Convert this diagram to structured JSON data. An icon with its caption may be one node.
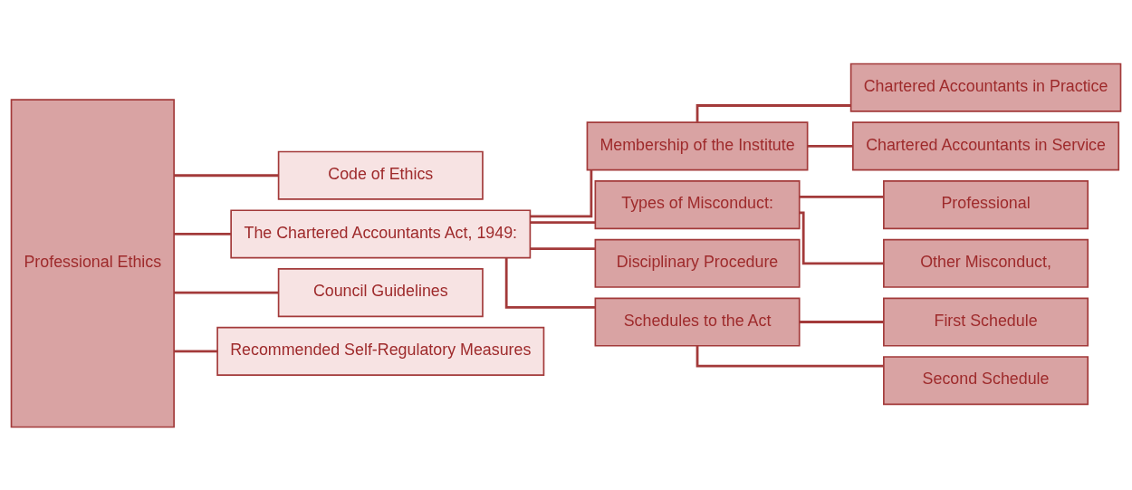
{
  "diagram": {
    "nodes": [
      {
        "text": [
          "Professional Ethics"
        ]
      },
      {
        "text": [
          "Code of Ethics"
        ]
      },
      {
        "text": [
          "The Chartered Accountants Act, 1949:"
        ]
      },
      {
        "text": [
          "Council Guidelines"
        ]
      },
      {
        "text": [
          "Recommended Self-Regulatory Measures"
        ]
      },
      {
        "text": [
          "Membership of the Institute"
        ]
      },
      {
        "text": [
          "Types of Misconduct:"
        ]
      },
      {
        "text": [
          "Disciplinary Procedure"
        ]
      },
      {
        "text": [
          "Schedules to the Act"
        ]
      },
      {
        "text": [
          "Chartered Accountants in Practice"
        ]
      },
      {
        "text": [
          "Chartered Accountants in Service"
        ]
      },
      {
        "text": [
          "Professional"
        ]
      },
      {
        "text": [
          "Other Misconduct,"
        ]
      },
      {
        "text": [
          "First Schedule"
        ]
      },
      {
        "text": [
          "Second Schedule"
        ]
      }
    ],
    "edges": [
      {
        "from": 0,
        "to": 1,
        "arrow": "none"
      },
      {
        "from": 0,
        "to": 2,
        "arrow": "none"
      },
      {
        "from": 0,
        "to": 3,
        "arrow": "none"
      },
      {
        "from": 0,
        "to": 4,
        "arrow": "none"
      },
      {
        "from": 2,
        "to": 5,
        "arrow": "none"
      },
      {
        "from": 2,
        "to": 6,
        "arrow": "none"
      },
      {
        "from": 2,
        "to": 7,
        "arrow": "none"
      },
      {
        "from": 2,
        "to": 8,
        "arrow": "none"
      },
      {
        "from": 5,
        "to": 9,
        "arrow": "none"
      },
      {
        "from": 5,
        "to": 10,
        "arrow": "none"
      },
      {
        "from": 6,
        "to": 11,
        "arrow": "none"
      },
      {
        "from": 6,
        "to": 12,
        "arrow": "none"
      },
      {
        "from": 8,
        "to": 13,
        "arrow": "none"
      },
      {
        "from": 8,
        "to": 14,
        "arrow": "none"
      }
    ]
  }
}
